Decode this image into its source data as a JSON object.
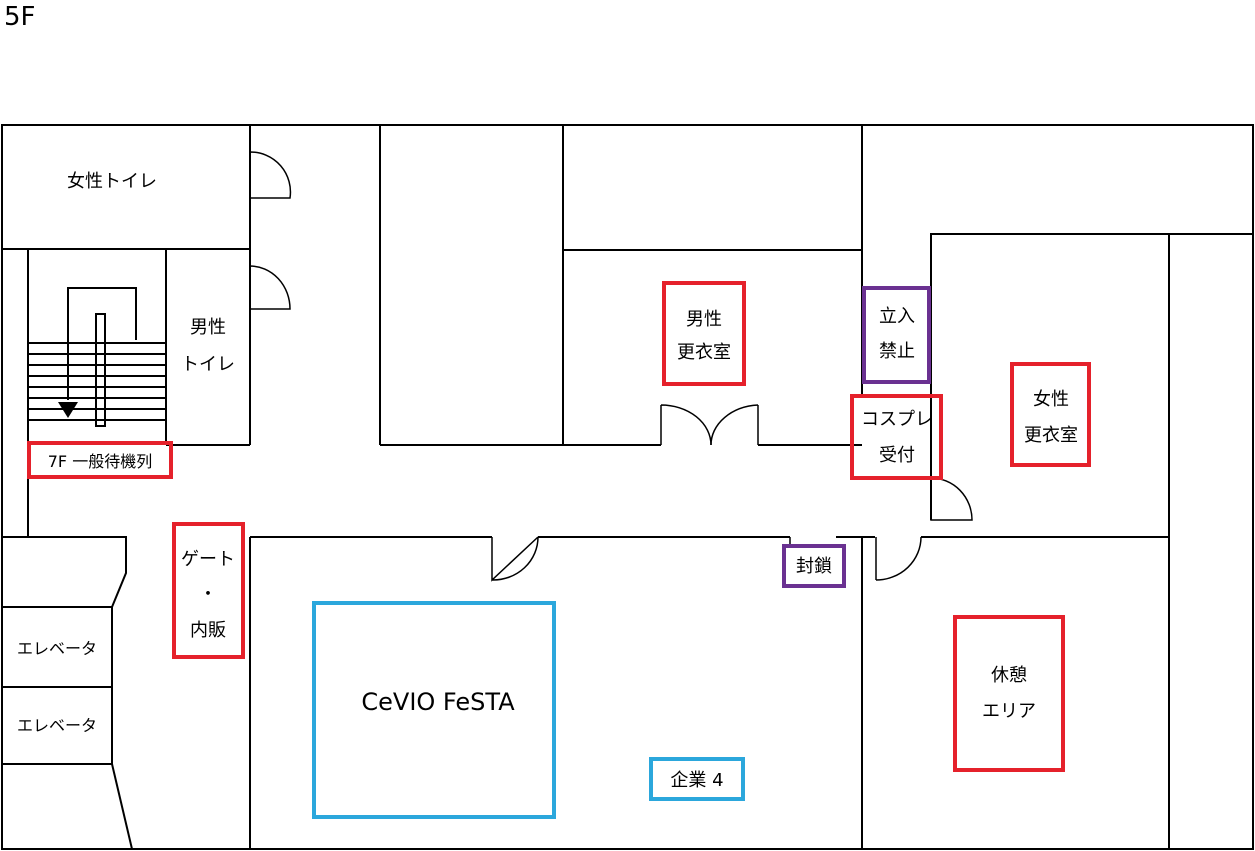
{
  "floor": "5F",
  "colors": {
    "wall": "#000000",
    "red_box": "#e5212b",
    "purple_box": "#6a3191",
    "blue_box": "#2ba7dc"
  },
  "rooms": {
    "womens_toilet": "女性トイレ",
    "mens_toilet_l1": "男性",
    "mens_toilet_l2": "トイレ",
    "mens_changing_l1": "男性",
    "mens_changing_l2": "更衣室",
    "womens_changing_l1": "女性",
    "womens_changing_l2": "更衣室",
    "elevator_1": "エレベータ",
    "elevator_2": "エレベータ"
  },
  "signs": {
    "no_entry_l1": "立入",
    "no_entry_l2": "禁止",
    "cosplay_l1": "コスプレ",
    "cosplay_l2": "受付",
    "queue": "7F 一般待機列",
    "gate_l1": "ゲート",
    "gate_l2": "・",
    "gate_l3": "内販",
    "closed": "封鎖",
    "rest_l1": "休憩",
    "rest_l2": "エリア"
  },
  "booths": {
    "main": "CeVIO FeSTA",
    "company": "企業 4"
  }
}
